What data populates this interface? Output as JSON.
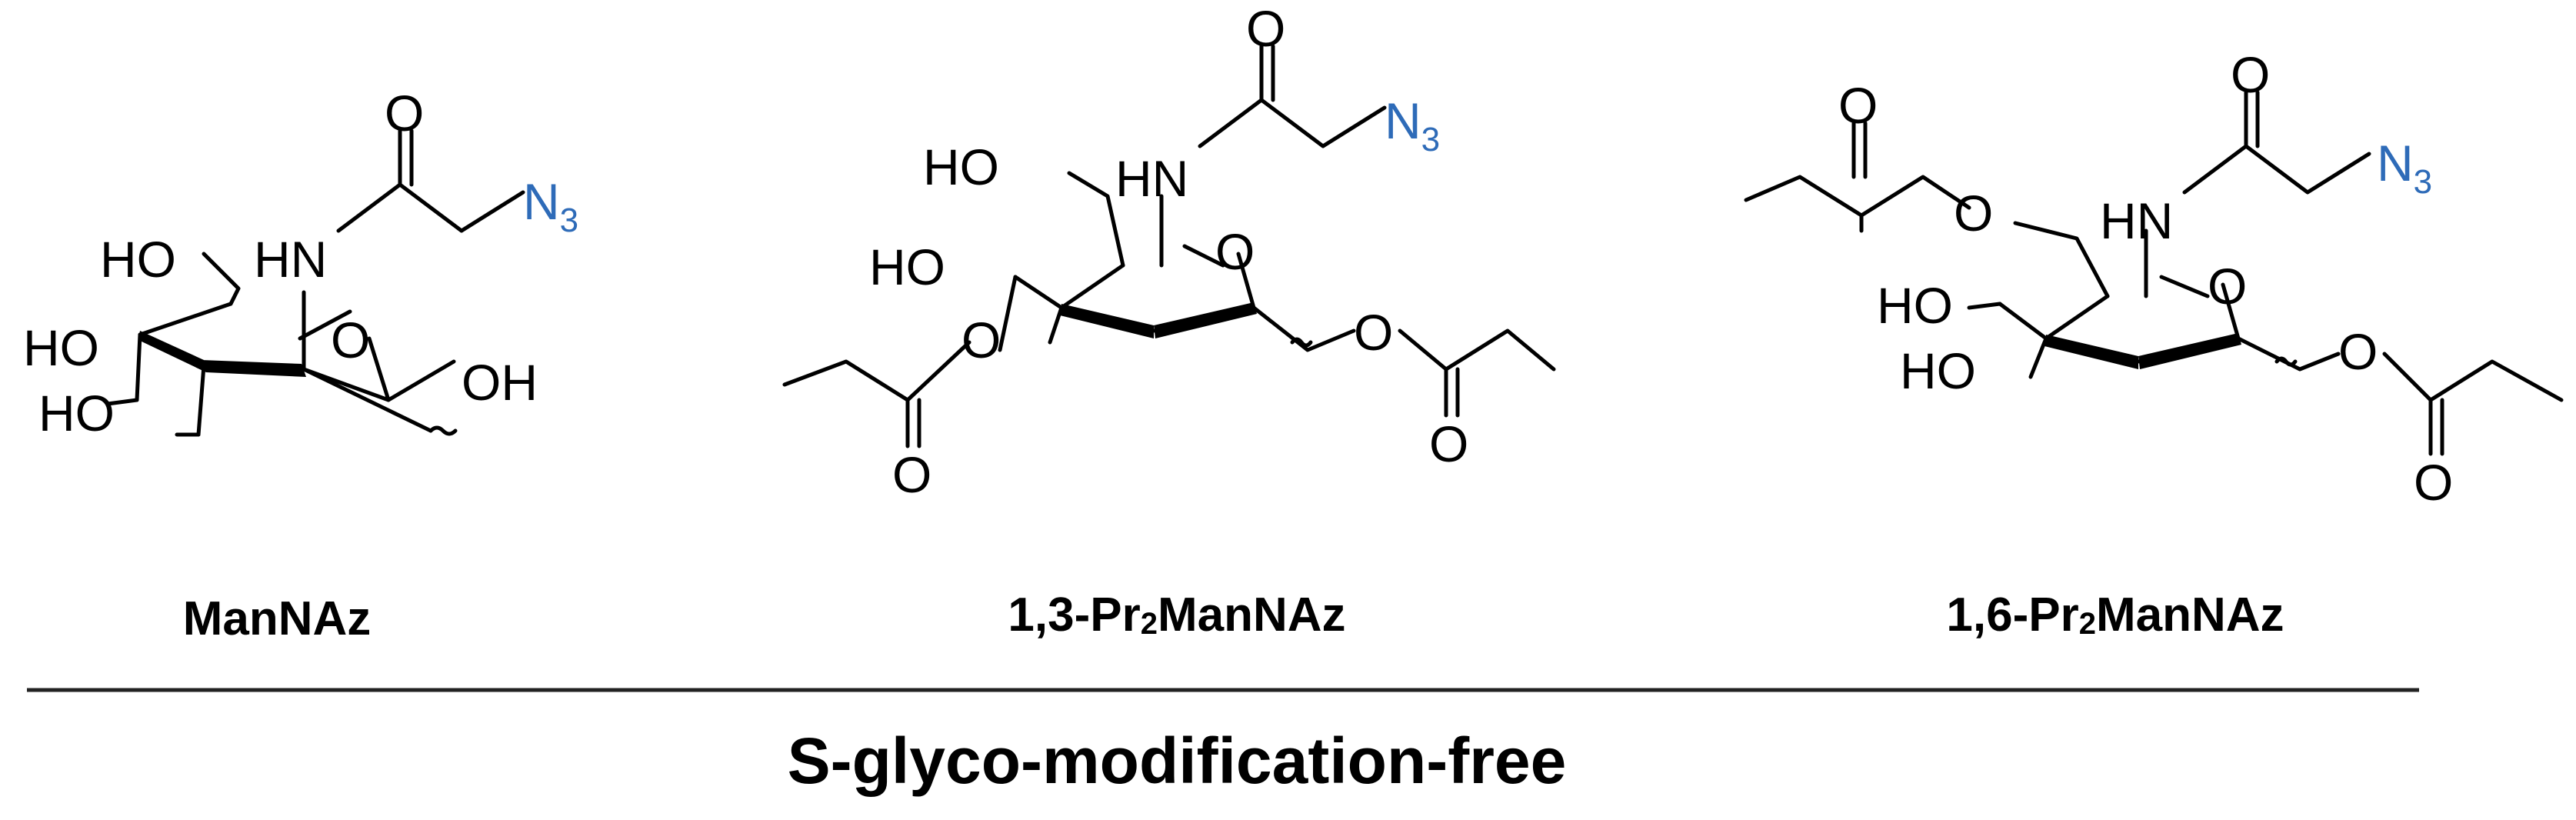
{
  "compounds": [
    {
      "name": "ManNAz",
      "name_parts": [
        "ManNAz",
        "",
        ""
      ]
    },
    {
      "name": "1,3-Pr₂ManNAz",
      "name_parts": [
        "1,3-Pr",
        "2",
        "ManNAz"
      ]
    },
    {
      "name": "1,6-Pr₂ManNAz",
      "name_parts": [
        "1,6-Pr",
        "2",
        "ManNAz"
      ]
    }
  ],
  "atoms": {
    "O": "O",
    "OH": "OH",
    "HO": "HO",
    "HN": "HN",
    "N": "N",
    "N3_sub": "3"
  },
  "footer": "S-glyco-modification-free",
  "colors": {
    "azide": "#2e6bb8",
    "ink": "#000000"
  }
}
